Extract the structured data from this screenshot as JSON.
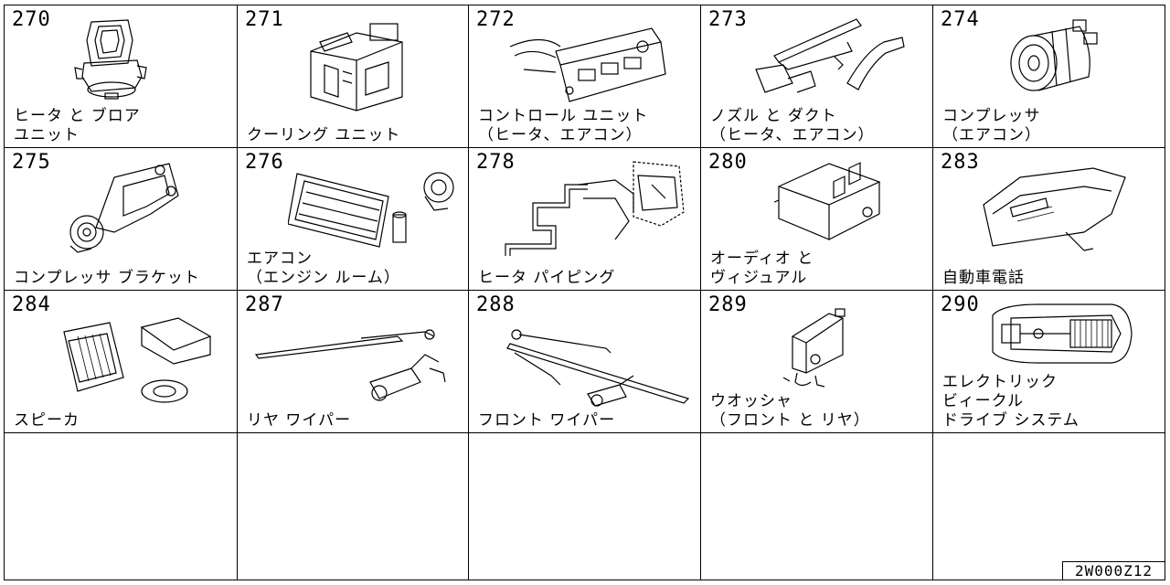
{
  "cells": [
    {
      "number": "270",
      "label": "ヒータ と ブロア\nユニット",
      "icon": "heater-blower-unit"
    },
    {
      "number": "271",
      "label": "クーリング ユニット",
      "icon": "cooling-unit"
    },
    {
      "number": "272",
      "label": "コントロール ユニット\n（ヒータ、エアコン）",
      "icon": "control-unit"
    },
    {
      "number": "273",
      "label": "ノズル と ダクト\n（ヒータ、エアコン）",
      "icon": "nozzle-duct"
    },
    {
      "number": "274",
      "label": "コンプレッサ\n（エアコン）",
      "icon": "compressor"
    },
    {
      "number": "275",
      "label": "コンプレッサ ブラケット",
      "icon": "compressor-bracket"
    },
    {
      "number": "276",
      "label": "エアコン\n（エンジン ルーム）",
      "icon": "aircon-engine-room"
    },
    {
      "number": "278",
      "label": "ヒータ パイピング",
      "icon": "heater-piping"
    },
    {
      "number": "280",
      "label": "オーディオ と\nヴィジュアル",
      "icon": "audio-visual"
    },
    {
      "number": "283",
      "label": "自動車電話",
      "icon": "car-phone"
    },
    {
      "number": "284",
      "label": "スピーカ",
      "icon": "speaker"
    },
    {
      "number": "287",
      "label": "リヤ ワイパー",
      "icon": "rear-wiper"
    },
    {
      "number": "288",
      "label": "フロント ワイパー",
      "icon": "front-wiper"
    },
    {
      "number": "289",
      "label": "ウオッシャ\n（フロント と リヤ）",
      "icon": "washer"
    },
    {
      "number": "290",
      "label": "エレクトリック\nビィークル\nドライブ システム",
      "icon": "ev-drive-system"
    }
  ],
  "diagram_code": "2W000Z12"
}
